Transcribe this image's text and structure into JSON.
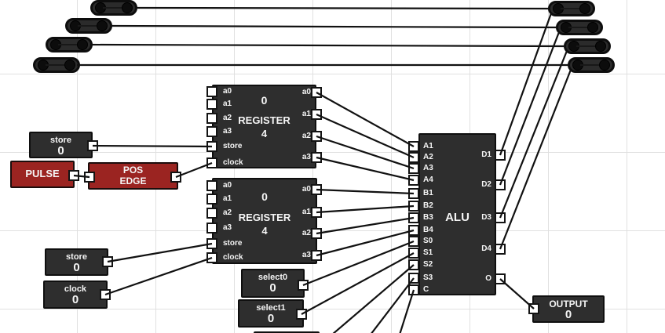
{
  "colors": {
    "background": "#ffffff",
    "grid": "#e0e0e0",
    "block_fill": "#2e2e2e",
    "block_border": "#0f0f0f",
    "accent_red": "#9b2421",
    "wire": "#111111",
    "pin_fill": "#ffffff",
    "text": "#f5f5f5"
  },
  "register1": {
    "value": "0",
    "title": "REGISTER",
    "subtitle": "4",
    "left_pins": [
      "a0",
      "a1",
      "a2",
      "a3",
      "store",
      "clock"
    ],
    "right_pins": [
      "a0",
      "a1",
      "a2",
      "a3"
    ]
  },
  "register2": {
    "value": "0",
    "title": "REGISTER",
    "subtitle": "4",
    "left_pins": [
      "a0",
      "a1",
      "a2",
      "a3",
      "store",
      "clock"
    ],
    "right_pins": [
      "a0",
      "a1",
      "a2",
      "a3"
    ]
  },
  "alu": {
    "title": "ALU",
    "left_pins": [
      "A1",
      "A2",
      "A3",
      "A4",
      "B1",
      "B2",
      "B3",
      "B4",
      "S0",
      "S1",
      "S2",
      "S3",
      "C"
    ],
    "right_pins": [
      "D1",
      "D2",
      "D3",
      "D4",
      "O"
    ]
  },
  "io": {
    "store1": {
      "label": "store",
      "value": "0"
    },
    "pulse": {
      "label": "PULSE"
    },
    "pos_edge": {
      "line1": "POS",
      "line2": "EDGE"
    },
    "store2": {
      "label": "store",
      "value": "0"
    },
    "clock1": {
      "label": "clock",
      "value": "0"
    },
    "select0": {
      "label": "select0",
      "value": "0"
    },
    "select1": {
      "label": "select1",
      "value": "0"
    },
    "output": {
      "label": "OUTPUT",
      "value": "0"
    }
  }
}
